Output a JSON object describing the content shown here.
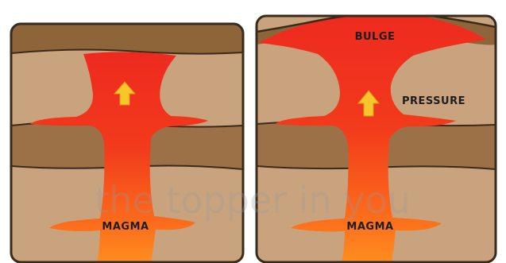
{
  "diagram": {
    "left_panel": {
      "magma_label": "MAGMA"
    },
    "right_panel": {
      "bulge_label": "BULGE",
      "pressure_label": "PRESSURE",
      "magma_label": "MAGMA"
    },
    "watermark": "the topper in you",
    "colors": {
      "light_rock": "#c8a27c",
      "dark_rock": "#9c7148",
      "top_crust": "#8d6439",
      "outline": "#3a2a1c",
      "magma_red": "#ee2a1f",
      "magma_orange": "#ff8a1e",
      "arrow_yellow": "#f8c62a"
    },
    "icons": [
      "up-arrow-icon",
      "up-arrow-icon"
    ]
  }
}
